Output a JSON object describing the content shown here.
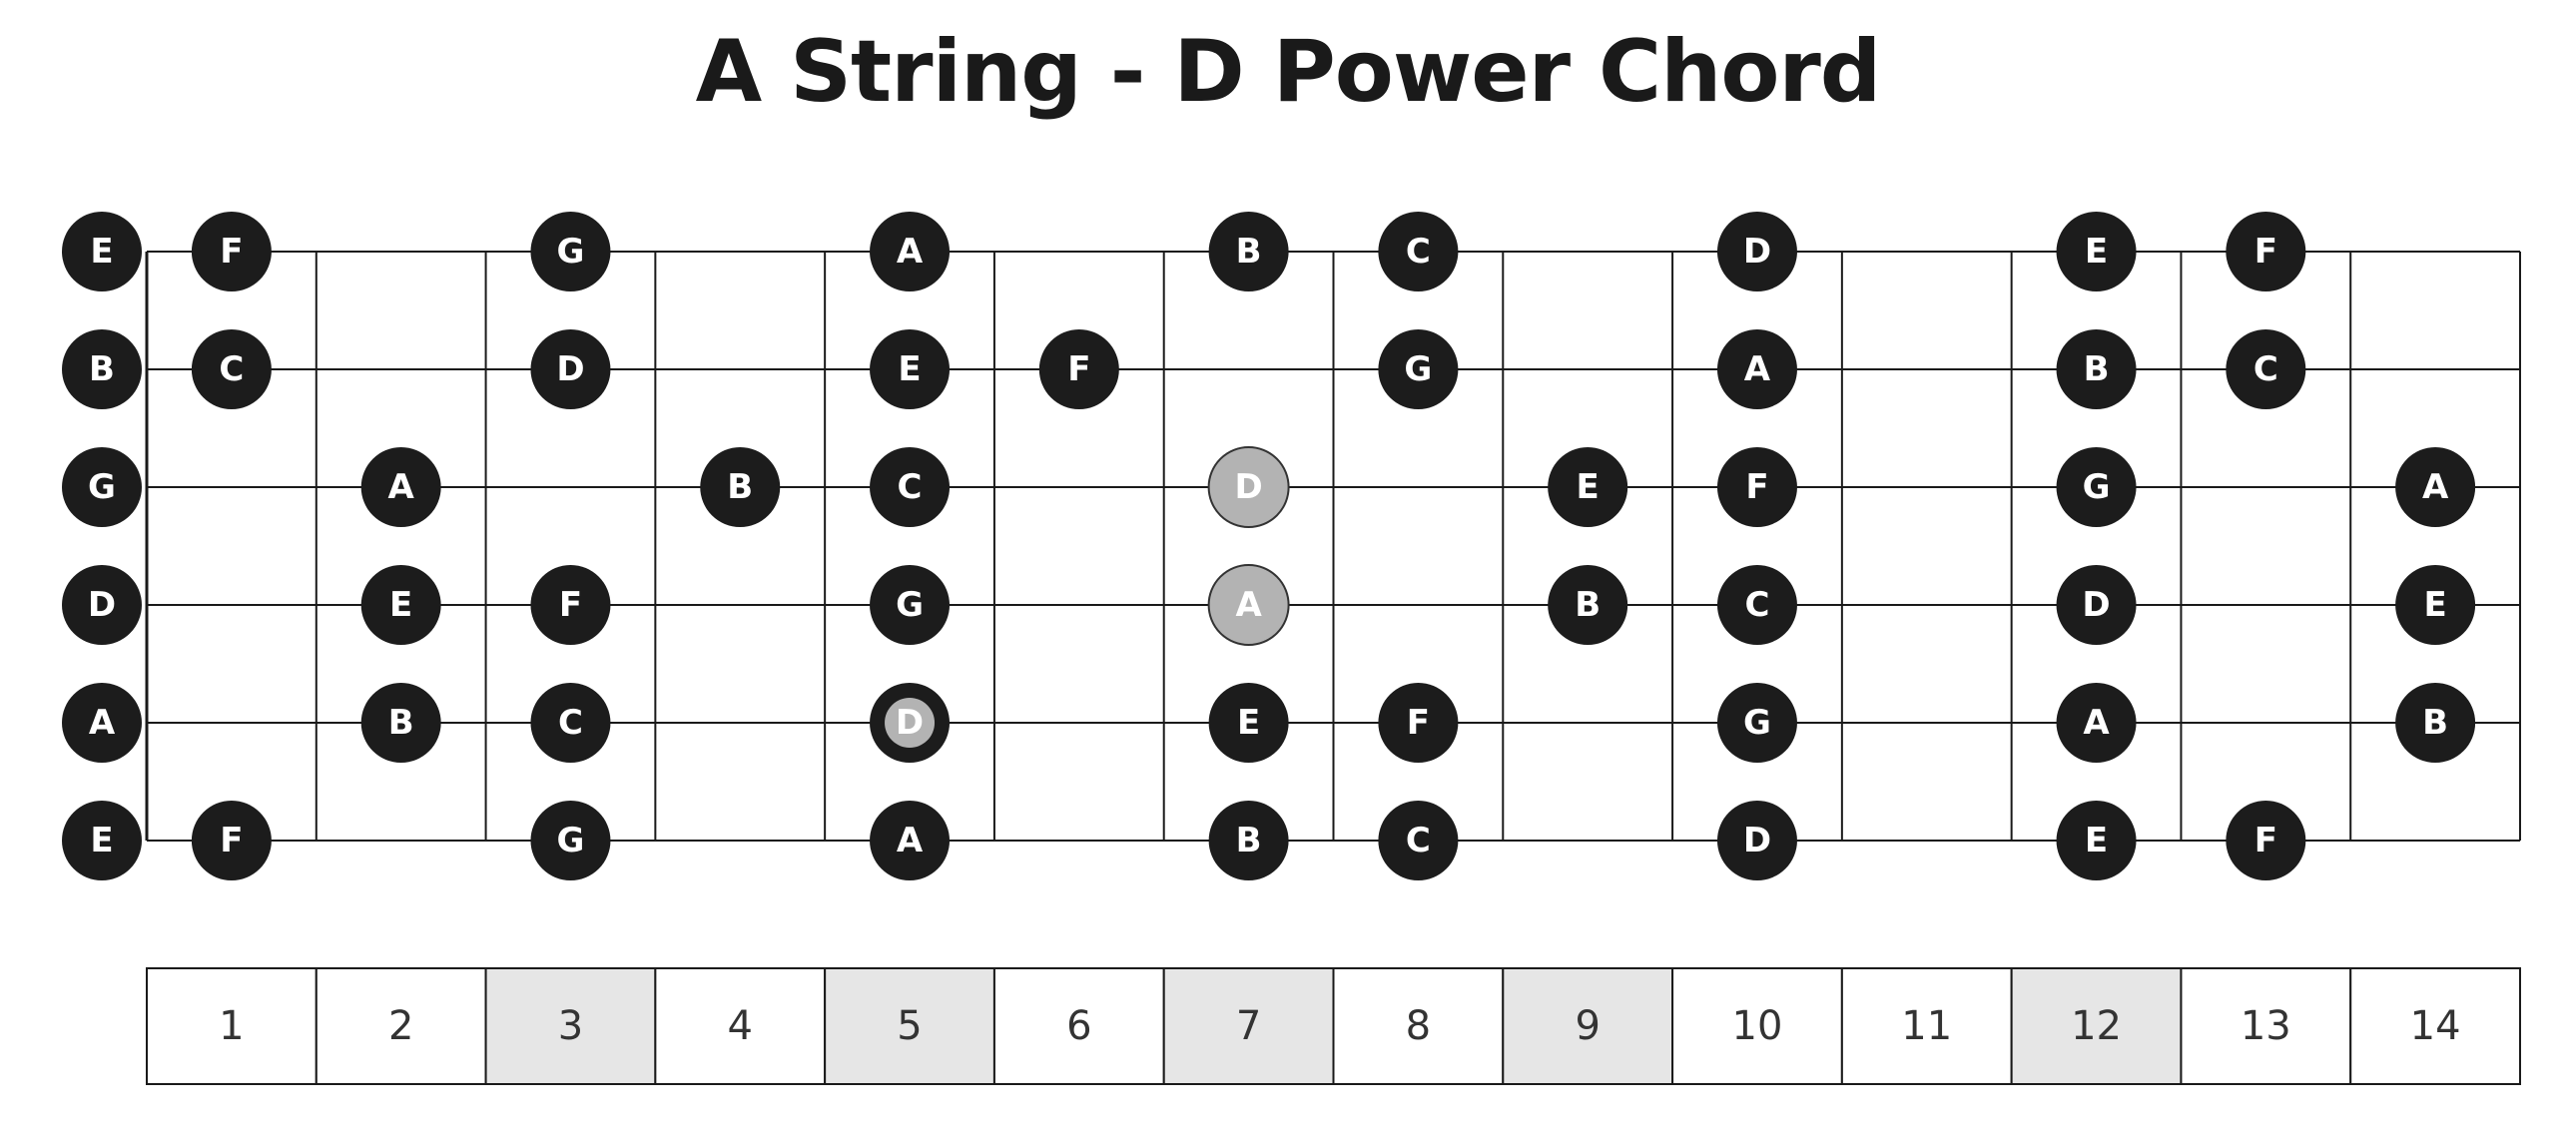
{
  "title": "A String - D Power Chord",
  "colors": {
    "note_fill": "#1c1c1c",
    "note_text": "#ffffff",
    "chord_fill": "#b3b3b3",
    "chord_stroke": "#333333",
    "marker_fill": "#e6e6e6",
    "line": "#1a1a1a"
  },
  "strings": [
    {
      "open": "E",
      "notes": [
        [
          1,
          "F"
        ],
        [
          3,
          "G"
        ],
        [
          5,
          "A"
        ],
        [
          7,
          "B"
        ],
        [
          8,
          "C"
        ],
        [
          10,
          "D"
        ],
        [
          12,
          "E"
        ],
        [
          13,
          "F"
        ]
      ]
    },
    {
      "open": "B",
      "notes": [
        [
          1,
          "C"
        ],
        [
          3,
          "D"
        ],
        [
          5,
          "E"
        ],
        [
          6,
          "F"
        ],
        [
          8,
          "G"
        ],
        [
          10,
          "A"
        ],
        [
          12,
          "B"
        ],
        [
          13,
          "C"
        ]
      ]
    },
    {
      "open": "G",
      "notes": [
        [
          2,
          "A"
        ],
        [
          4,
          "B"
        ],
        [
          5,
          "C"
        ],
        [
          7,
          "D"
        ],
        [
          9,
          "E"
        ],
        [
          10,
          "F"
        ],
        [
          12,
          "G"
        ],
        [
          14,
          "A"
        ]
      ]
    },
    {
      "open": "D",
      "notes": [
        [
          2,
          "E"
        ],
        [
          3,
          "F"
        ],
        [
          5,
          "G"
        ],
        [
          7,
          "A"
        ],
        [
          9,
          "B"
        ],
        [
          10,
          "C"
        ],
        [
          12,
          "D"
        ],
        [
          14,
          "E"
        ]
      ]
    },
    {
      "open": "A",
      "notes": [
        [
          2,
          "B"
        ],
        [
          3,
          "C"
        ],
        [
          5,
          "D"
        ],
        [
          7,
          "E"
        ],
        [
          8,
          "F"
        ],
        [
          10,
          "G"
        ],
        [
          12,
          "A"
        ],
        [
          14,
          "B"
        ]
      ]
    },
    {
      "open": "E",
      "notes": [
        [
          1,
          "F"
        ],
        [
          3,
          "G"
        ],
        [
          5,
          "A"
        ],
        [
          7,
          "B"
        ],
        [
          8,
          "C"
        ],
        [
          10,
          "D"
        ],
        [
          12,
          "E"
        ],
        [
          13,
          "F"
        ]
      ]
    }
  ],
  "chord": [
    {
      "string": 4,
      "fret": 5,
      "note": "D",
      "style": "root"
    },
    {
      "string": 3,
      "fret": 7,
      "note": "A",
      "style": "chord"
    },
    {
      "string": 2,
      "fret": 7,
      "note": "D",
      "style": "chord"
    }
  ],
  "fret_numbers": [
    "1",
    "2",
    "3",
    "4",
    "5",
    "6",
    "7",
    "8",
    "9",
    "10",
    "11",
    "12",
    "13",
    "14"
  ],
  "marked_frets": [
    3,
    5,
    7,
    9,
    12
  ]
}
